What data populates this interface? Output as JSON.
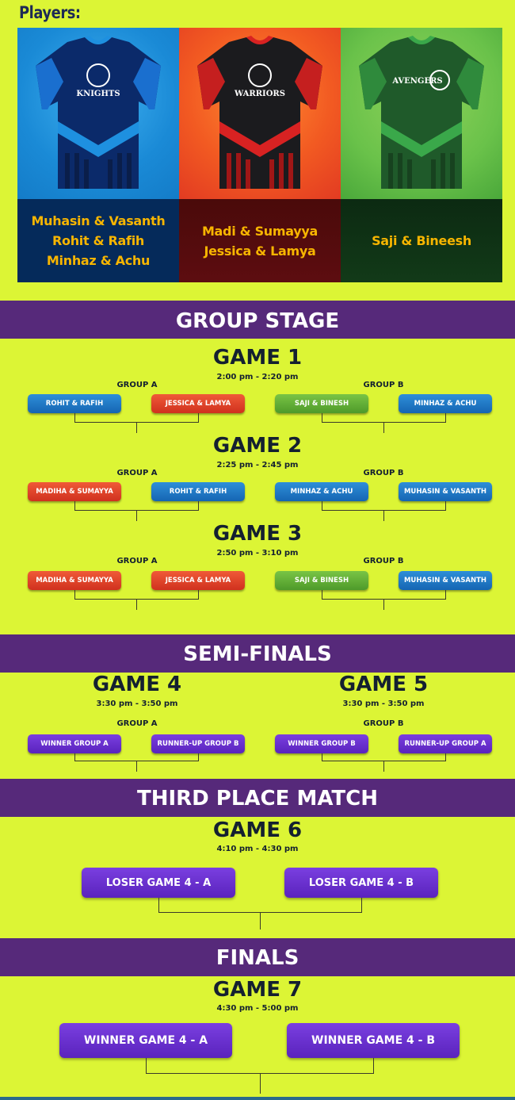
{
  "players_title": "Players:",
  "teams": [
    {
      "logo": "KNIGHTS",
      "lines": [
        "Muhasin & Vasanth",
        "Rohit & Rafih",
        "Minhaz & Achu"
      ]
    },
    {
      "logo": "WARRIORS",
      "lines": [
        "Madi & Sumayya",
        "Jessica & Lamya"
      ]
    },
    {
      "logo": "AVENGERS",
      "lines": [
        "Saji & Bineesh"
      ]
    }
  ],
  "sections": {
    "group_stage": "GROUP STAGE",
    "semi_finals": "SEMI-FINALS",
    "third_place": "THIRD PLACE MATCH",
    "finals": "FINALS"
  },
  "group_a": "GROUP A",
  "group_b": "GROUP B",
  "game1": {
    "title": "GAME 1",
    "time": "2:00 pm - 2:20 pm",
    "a": [
      "ROHIT & RAFIH",
      "JESSICA & LAMYA"
    ],
    "b": [
      "SAJI & BINESH",
      "MINHAZ & ACHU"
    ]
  },
  "game2": {
    "title": "GAME 2",
    "time": "2:25 pm - 2:45 pm",
    "a": [
      "MADIHA & SUMAYYA",
      "ROHIT & RAFIH"
    ],
    "b": [
      "MINHAZ & ACHU",
      "MUHASIN & VASANTH"
    ]
  },
  "game3": {
    "title": "GAME 3",
    "time": "2:50 pm - 3:10 pm",
    "a": [
      "MADIHA & SUMAYYA",
      "JESSICA & LAMYA"
    ],
    "b": [
      "SAJI & BINESH",
      "MUHASIN & VASANTH"
    ]
  },
  "game4": {
    "title": "GAME 4",
    "time": "3:30 pm - 3:50 pm",
    "pair": [
      "WINNER GROUP A",
      "RUNNER-UP GROUP B"
    ]
  },
  "game5": {
    "title": "GAME 5",
    "time": "3:30 pm - 3:50 pm",
    "pair": [
      "WINNER GROUP B",
      "RUNNER-UP GROUP A"
    ]
  },
  "game6": {
    "title": "GAME 6",
    "time": "4:10 pm - 4:30 pm",
    "pair": [
      "LOSER GAME 4 - A",
      "LOSER GAME 4 - B"
    ]
  },
  "game7": {
    "title": "GAME 7",
    "time": "4:30 pm - 5:00 pm",
    "pair": [
      "WINNER GAME 4 - A",
      "WINNER GAME 4 - B"
    ]
  },
  "colors": {
    "background": "#dcf535",
    "banner": "#56297a",
    "knights_blue": "#1a8ad6",
    "warriors_red": "#e23b22",
    "avengers_green": "#6ac24a",
    "names_gold": "#f7b500",
    "pill_purple": "#5a23bd"
  }
}
